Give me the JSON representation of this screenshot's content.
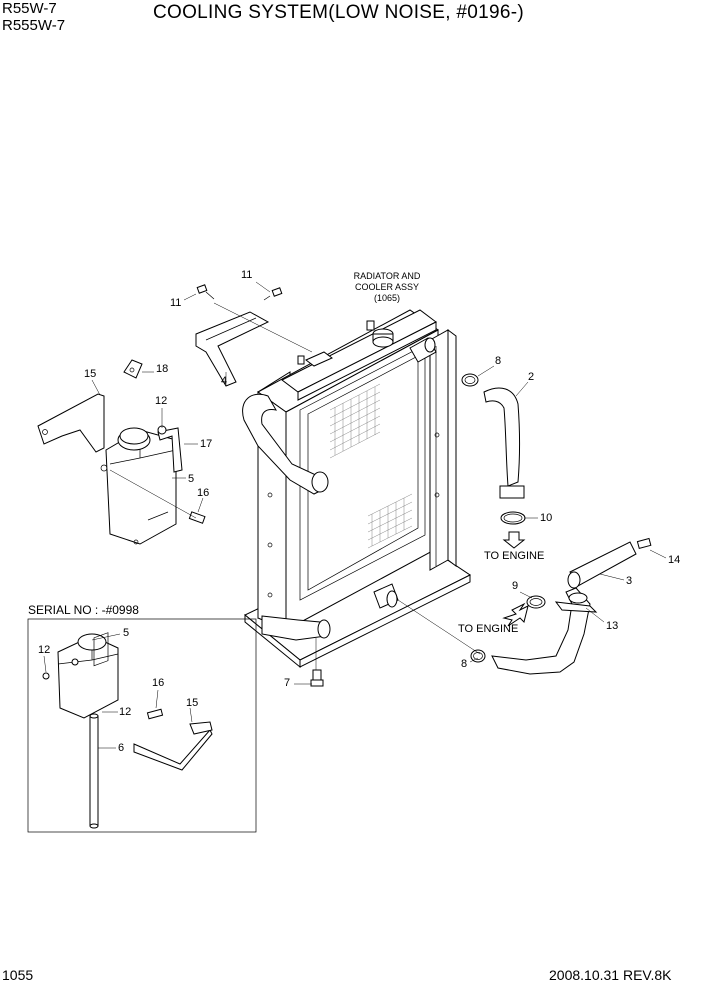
{
  "header": {
    "model_1": "R55W-7",
    "model_2": "R555W-7",
    "title": "COOLING SYSTEM(LOW NOISE, #0196-)"
  },
  "footer": {
    "page_number": "1055",
    "date_rev": "2008.10.31  REV.8K"
  },
  "notes": {
    "radiator_line1": "RADIATOR AND",
    "radiator_line2": "COOLER ASSY",
    "radiator_line3": "(1065)",
    "to_engine_1": "TO ENGINE",
    "to_engine_2": "TO ENGINE",
    "serial_no": "SERIAL NO : -#0998"
  },
  "callouts": {
    "c11a": "11",
    "c11b": "11",
    "c4": "4",
    "c18": "18",
    "c15a": "15",
    "c12a": "12",
    "c17": "17",
    "c5a": "5",
    "c16a": "16",
    "c8a": "8",
    "c2": "2",
    "c10": "10",
    "c14": "14",
    "c3": "3",
    "c9": "9",
    "c13": "13",
    "c8b": "8",
    "c7": "7",
    "c5b": "5",
    "c12b": "12",
    "c16b": "16",
    "c15b": "15",
    "c12c": "12",
    "c6": "6"
  }
}
